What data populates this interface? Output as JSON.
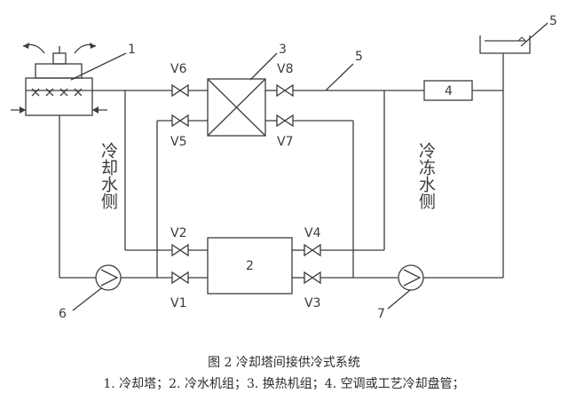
{
  "labels": {
    "tower_num": "1",
    "chiller_num": "2",
    "hx_num": "3",
    "user_num": "4",
    "pipe_num": "5",
    "tank_num": "5",
    "pump1_num": "6",
    "pump2_num": "7",
    "valves": {
      "v1": "V1",
      "v2": "V2",
      "v3": "V3",
      "v4": "V4",
      "v5": "V5",
      "v6": "V6",
      "v7": "V7",
      "v8": "V8"
    },
    "cooling_side": "冷却水侧",
    "chilled_side": "冷冻水侧"
  },
  "caption": {
    "title": "图 2 冷却塔间接供冷式系统",
    "legend": "1. 冷却塔；2. 冷水机组；3. 换热机组；4.  空调或工艺冷却盘管；"
  }
}
